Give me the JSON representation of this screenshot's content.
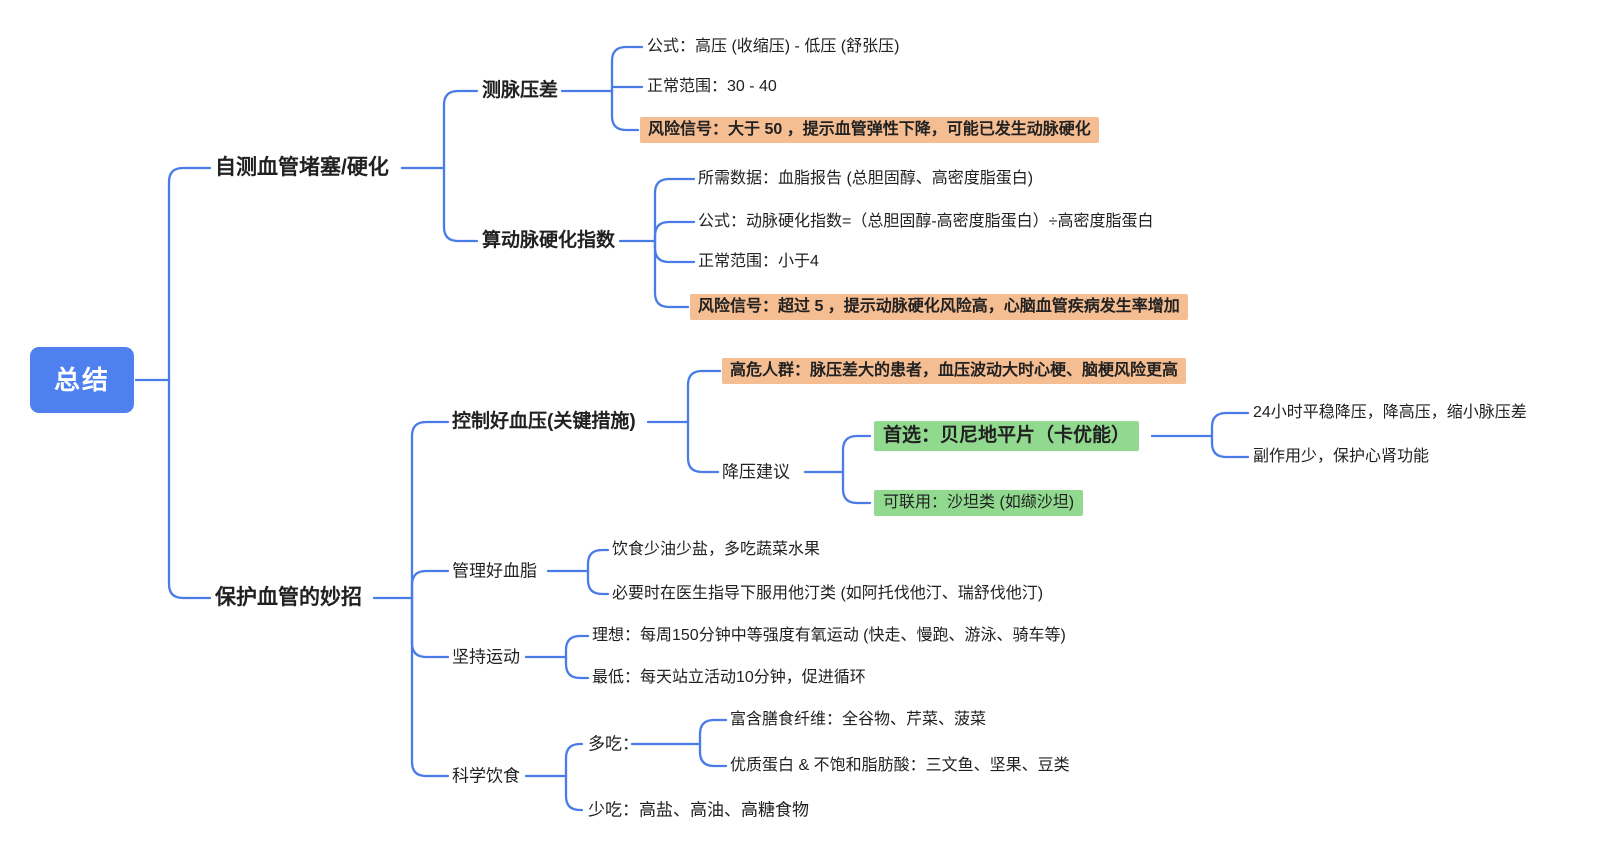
{
  "colors": {
    "connector_blue": "#4a7ce8",
    "root_background": "#4e80f0",
    "root_text": "#ffffff",
    "highlight_orange": "#f5bd92",
    "highlight_green": "#90d98f",
    "text": "#212121",
    "background": "#ffffff"
  },
  "mindmap": {
    "root": {
      "label": "总结"
    },
    "branches": [
      {
        "label": "自测血管堵塞/硬化",
        "children": [
          {
            "label": "测脉压差",
            "children": [
              {
                "label": "公式：高压 (收缩压) - 低压 (舒张压)"
              },
              {
                "label": "正常范围：30 - 40"
              },
              {
                "label": "风险信号：大于 50 ，提示血管弹性下降，可能已发生动脉硬化",
                "highlight": "orange"
              }
            ]
          },
          {
            "label": "算动脉硬化指数",
            "children": [
              {
                "label": "所需数据：血脂报告 (总胆固醇、高密度脂蛋白)"
              },
              {
                "label": "公式：动脉硬化指数=（总胆固醇-高密度脂蛋白）÷高密度脂蛋白"
              },
              {
                "label": "正常范围：小于4"
              },
              {
                "label": "风险信号：超过 5 ，提示动脉硬化风险高，心脑血管疾病发生率增加",
                "highlight": "orange"
              }
            ]
          }
        ]
      },
      {
        "label": "保护血管的妙招",
        "children": [
          {
            "label": "控制好血压(关键措施)",
            "children": [
              {
                "label": "高危人群：脉压差大的患者，血压波动大时心梗、脑梗风险更高",
                "highlight": "orange"
              },
              {
                "label": "降压建议",
                "children": [
                  {
                    "label": "首选：贝尼地平片（卡优能）",
                    "highlight": "green",
                    "children": [
                      {
                        "label": "24小时平稳降压，降高压，缩小脉压差"
                      },
                      {
                        "label": "副作用少，保护心肾功能"
                      }
                    ]
                  },
                  {
                    "label": "可联用：沙坦类 (如缬沙坦)",
                    "highlight": "green"
                  }
                ]
              }
            ]
          },
          {
            "label": "管理好血脂",
            "children": [
              {
                "label": "饮食少油少盐，多吃蔬菜水果"
              },
              {
                "label": "必要时在医生指导下服用他汀类 (如阿托伐他汀、瑞舒伐他汀)"
              }
            ]
          },
          {
            "label": "坚持运动",
            "children": [
              {
                "label": "理想：每周150分钟中等强度有氧运动 (快走、慢跑、游泳、骑车等)"
              },
              {
                "label": "最低：每天站立活动10分钟，促进循环"
              }
            ]
          },
          {
            "label": "科学饮食",
            "children": [
              {
                "label": "多吃：",
                "children": [
                  {
                    "label": "富含膳食纤维：全谷物、芹菜、菠菜"
                  },
                  {
                    "label": "优质蛋白 & 不饱和脂肪酸：三文鱼、坚果、豆类"
                  }
                ]
              },
              {
                "label": "少吃：高盐、高油、高糖食物"
              }
            ]
          }
        ]
      }
    ]
  }
}
